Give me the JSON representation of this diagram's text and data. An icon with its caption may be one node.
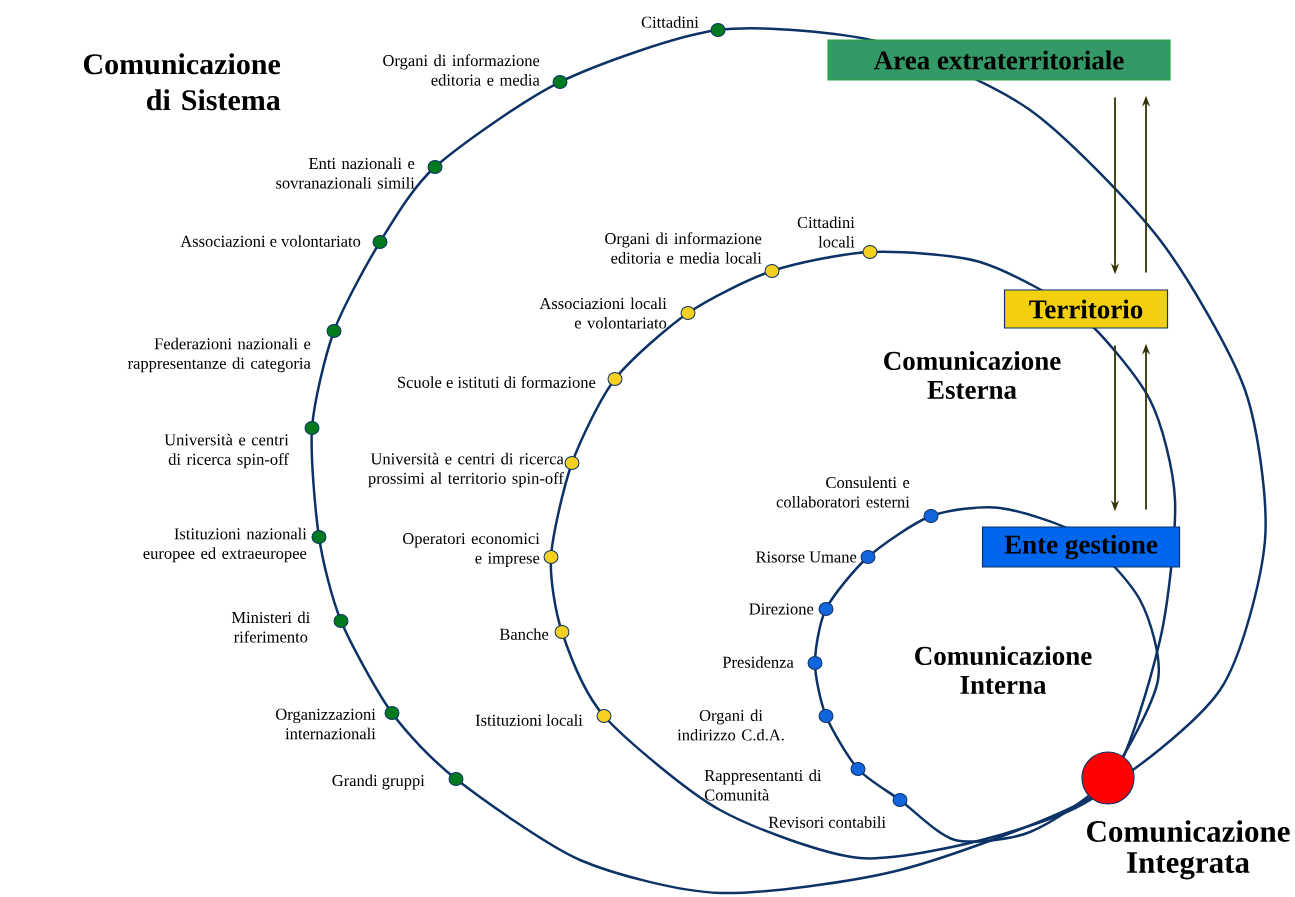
{
  "diagram": {
    "nodes": [
      {
        "text": [
          "Area extraterritoriale"
        ]
      },
      {
        "text": [
          "Territorio"
        ]
      },
      {
        "text": [
          "Ente gestione"
        ]
      },
      {
        "text": [],
        "shape": "circle",
        "beside": [
          "Comunicazione Integrata"
        ]
      }
    ],
    "edges": [
      {
        "from": 0,
        "to": 1,
        "arrow": "to"
      },
      {
        "from": 1,
        "to": 0,
        "arrow": "to"
      },
      {
        "from": 1,
        "to": 2,
        "arrow": "to"
      },
      {
        "from": 2,
        "to": 1,
        "arrow": "to"
      }
    ],
    "labels": [
      "Comunicazione di Sistema",
      "Cittadini",
      "Organi di informazione editoria e media",
      "Enti nazionali e sovranazionali simili",
      "Associazioni e volontariato",
      "Federazioni nazionali e rappresentanze di categoria",
      "Università e centri di ricerca spin-off",
      "Istituzioni nazionali europee ed extraeuropee",
      "Ministeri di riferimento",
      "Organizzazioni internazionali",
      "Grandi gruppi",
      "Cittadini locali",
      "Organi di informazione editoria e media locali",
      "Associazioni locali e volontariato",
      "Scuole e istituti di formazione",
      "Università e centri di ricerca prossimi al territorio spin-off",
      "Operatori economici e imprese",
      "Banche",
      "Istituzioni locali",
      "Comunicazione Esterna",
      "Consulenti e collaboratori esterni",
      "Risorse Umane",
      "Direzione",
      "Presidenza",
      "Organi di indirizzo C.d.A.",
      "Rappresentanti di Comunità",
      "Revisori contabili",
      "Comunicazione Interna"
    ]
  }
}
